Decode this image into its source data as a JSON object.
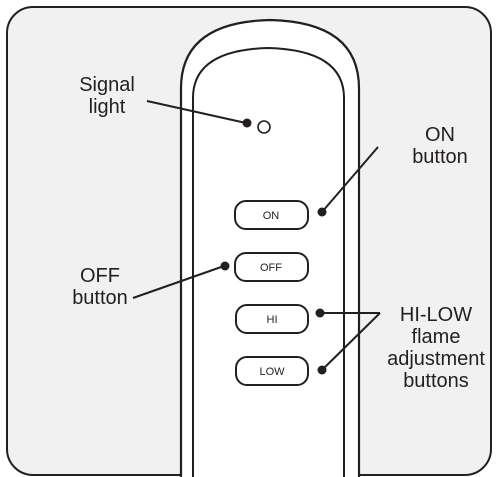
{
  "remote": {
    "buttons": [
      {
        "id": "on",
        "label": "ON"
      },
      {
        "id": "off",
        "label": "OFF"
      },
      {
        "id": "hi",
        "label": "HI"
      },
      {
        "id": "low",
        "label": "LOW"
      }
    ]
  },
  "callouts": {
    "signal_light": {
      "line1": "Signal",
      "line2": "light"
    },
    "on_button": {
      "line1": "ON",
      "line2": "button"
    },
    "off_button": {
      "line1": "OFF",
      "line2": "button"
    },
    "hi_low": {
      "line1": "HI-LOW",
      "line2": "flame",
      "line3": "adjustment",
      "line4": "buttons"
    }
  },
  "colors": {
    "stroke": "#231f20",
    "panel_bg": "#f1f1f2",
    "remote_bg": "#ffffff"
  }
}
